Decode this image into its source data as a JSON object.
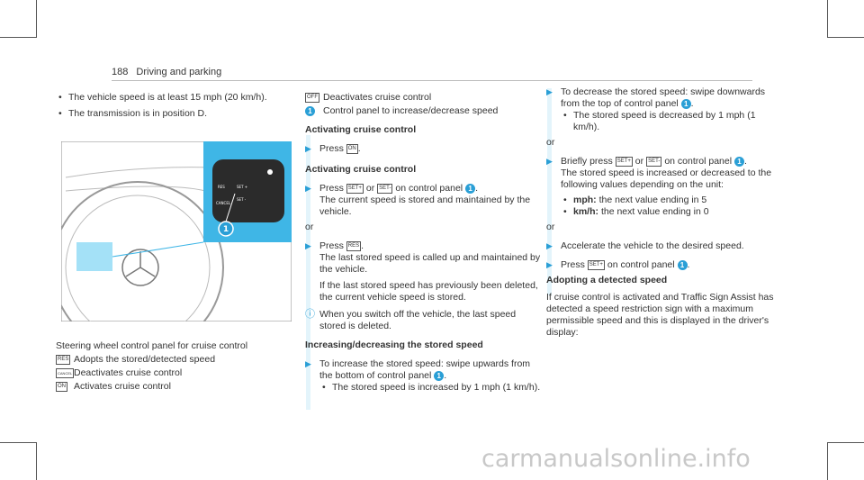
{
  "header": {
    "page_number": "188",
    "section": "Driving and parking"
  },
  "col1": {
    "bullets": [
      "The vehicle speed is at least 15 mph (20 km/h).",
      "The transmission is in position D."
    ],
    "caption": "Steering wheel control panel for cruise control",
    "legend": [
      {
        "key": "RES",
        "text": "Adopts the stored/detected speed"
      },
      {
        "key": "CANCEL",
        "text": "Deactivates cruise control"
      },
      {
        "key": "ON",
        "text": "Activates cruise control"
      }
    ],
    "figure": {
      "labels": [
        "RES",
        "SET +",
        "SET -",
        "CANCEL"
      ],
      "callout": "1"
    }
  },
  "col2": {
    "legend": [
      {
        "key": "OFF",
        "text": "Deactivates cruise control"
      },
      {
        "key": "1",
        "text": "Control panel to increase/decrease speed"
      }
    ],
    "h1": "Activating cruise control",
    "s1": "Press",
    "h2": "Activating cruise control",
    "s2a": "Press",
    "s2b": "or",
    "s2c": "on control panel",
    "s2d": "The current speed is stored and maintained by the vehicle.",
    "or": "or",
    "s3a": "Press",
    "s3b": "The last stored speed is called up and maintained by the vehicle.",
    "s3c": "If the last stored speed has previously been deleted, the current vehicle speed is stored.",
    "note": "When you switch off the vehicle, the last speed stored is deleted.",
    "h3": "Increasing/decreasing the stored speed",
    "s4a": "To increase the stored speed: swipe upwards from the bottom of control panel",
    "s4b": "The stored speed is increased by 1 mph (1 km/h)."
  },
  "col3": {
    "s1a": "To decrease the stored speed: swipe downwards from the top of control panel",
    "s1b": "The stored speed is decreased by 1 mph (1 km/h).",
    "or1": "or",
    "s2a": "Briefly press",
    "s2b": "or",
    "s2c": "on control panel",
    "s2d": "The stored speed is increased or decreased to the following values depending on the unit:",
    "mph_label": "mph:",
    "mph_text": "the next value ending in 5",
    "kmh_label": "km/h:",
    "kmh_text": "the next value ending in 0",
    "or2": "or",
    "s3": "Accelerate the vehicle to the desired speed.",
    "s4a": "Press",
    "s4b": "on control panel",
    "h1": "Adopting a detected speed",
    "p1": "If cruise control is activated and Traffic Sign Assist has detected a speed restriction sign with a maximum permissible speed and this is displayed in the driver's display:"
  },
  "keys": {
    "set_plus": "SET+",
    "set_minus": "SET-",
    "res": "RES",
    "on": "ON"
  },
  "watermark": "carmanualsonline.info"
}
